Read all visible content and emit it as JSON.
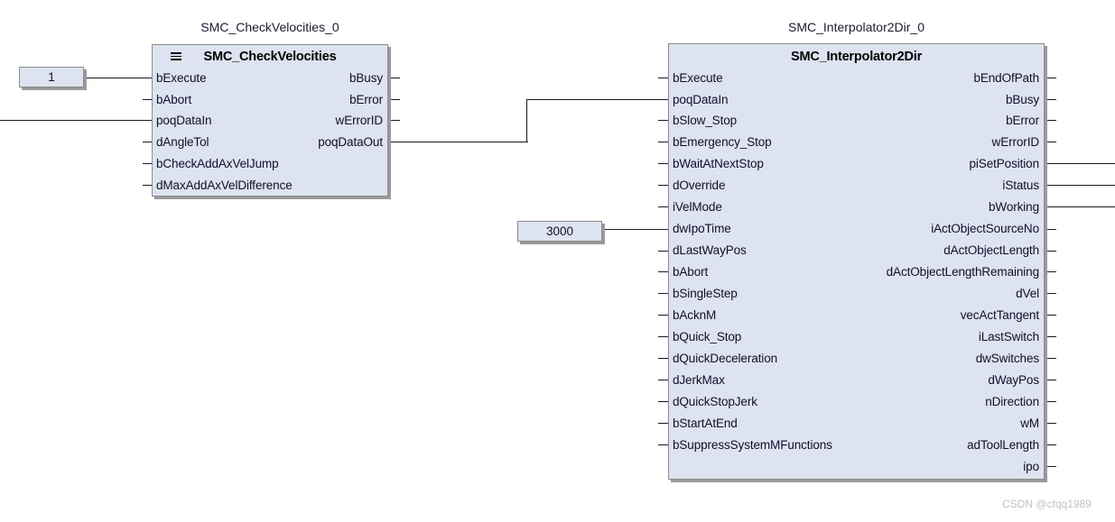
{
  "diagram": {
    "background_color": "#ffffff",
    "block_fill": "#dde3f0",
    "block_border": "#8a8a8a",
    "wire_color": "#1b1b1b",
    "text_color": "#10102a"
  },
  "blocks": [
    {
      "instance_name": "SMC_CheckVelocities_0",
      "type_name": "SMC_CheckVelocities",
      "has_menu_icon": true,
      "inputs": [
        "bExecute",
        "bAbort",
        "poqDataIn",
        "dAngleTol",
        "bCheckAddAxVelJump",
        "dMaxAddAxVelDifference"
      ],
      "outputs": [
        "bBusy",
        "bError",
        "wErrorID",
        "poqDataOut"
      ]
    },
    {
      "instance_name": "SMC_Interpolator2Dir_0",
      "type_name": "SMC_Interpolator2Dir",
      "has_menu_icon": false,
      "inputs": [
        "bExecute",
        "poqDataIn",
        "bSlow_Stop",
        "bEmergency_Stop",
        "bWaitAtNextStop",
        "dOverride",
        "iVelMode",
        "dwIpoTime",
        "dLastWayPos",
        "bAbort",
        "bSingleStep",
        "bAcknM",
        "bQuick_Stop",
        "dQuickDeceleration",
        "dJerkMax",
        "dQuickStopJerk",
        "bStartAtEnd",
        "bSuppressSystemMFunctions"
      ],
      "outputs": [
        "bEndOfPath",
        "bBusy",
        "bError",
        "wErrorID",
        "piSetPosition",
        "iStatus",
        "bWorking",
        "iActObjectSourceNo",
        "dActObjectLength",
        "dActObjectLengthRemaining",
        "dVel",
        "vecActTangent",
        "iLastSwitch",
        "dwSwitches",
        "dWayPos",
        "nDirection",
        "wM",
        "adToolLength",
        "ipo"
      ]
    }
  ],
  "constants": [
    {
      "value": "1",
      "connects_to": "SMC_CheckVelocities_0.bExecute"
    },
    {
      "value": "3000",
      "connects_to": "SMC_Interpolator2Dir_0.dwIpoTime"
    }
  ],
  "watermark": "CSDN @cfqq1989"
}
